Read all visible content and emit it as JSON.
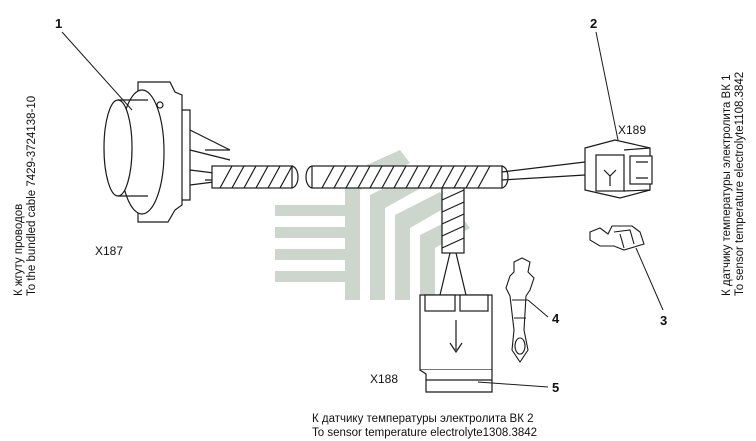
{
  "callouts": [
    "1",
    "2",
    "3",
    "4",
    "5"
  ],
  "connectors": {
    "x187": "X187",
    "x188": "X188",
    "x189": "X189"
  },
  "left_note": {
    "ru": "К жгуту проводов",
    "en": "To the bundled cable 7429-3724138-10"
  },
  "right_note": {
    "ru": "К датчику температуры электролита ВК 1",
    "en": "To sensor temperature electrolyte1108.3842"
  },
  "bottom_note": {
    "ru": "К датчику температуры электролита ВК 2",
    "en": "To sensor temperature electrolyte1308.3842"
  },
  "colors": {
    "line": "#1a1a1a",
    "watermark": "#c9d2c9"
  }
}
